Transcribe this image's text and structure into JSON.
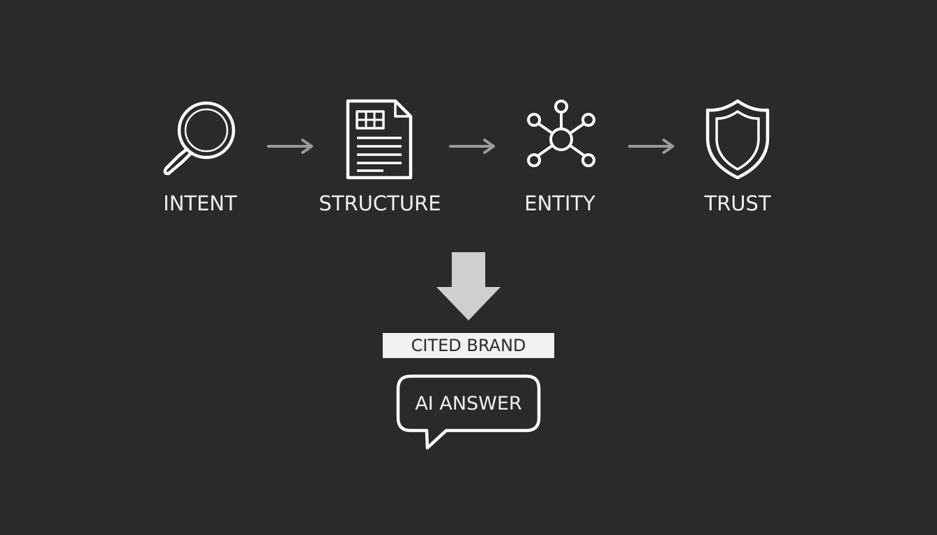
{
  "colors": {
    "background": "#2a2a2a",
    "icon_stroke": "#ffffff",
    "connector_arrow": "#9a9a9a",
    "down_arrow": "#cfcfcf",
    "banner_fill": "#f2f2f2",
    "banner_text": "#2a2a2a"
  },
  "steps": [
    {
      "label": "INTENT",
      "icon": "magnifying-glass-icon"
    },
    {
      "label": "STRUCTURE",
      "icon": "document-table-icon"
    },
    {
      "label": "ENTITY",
      "icon": "network-nodes-icon"
    },
    {
      "label": "TRUST",
      "icon": "shield-icon"
    }
  ],
  "result": {
    "banner_label": "CITED BRAND",
    "bubble_label": "AI ANSWER",
    "down_arrow_icon": "down-arrow-icon",
    "bubble_icon": "speech-bubble-icon"
  }
}
